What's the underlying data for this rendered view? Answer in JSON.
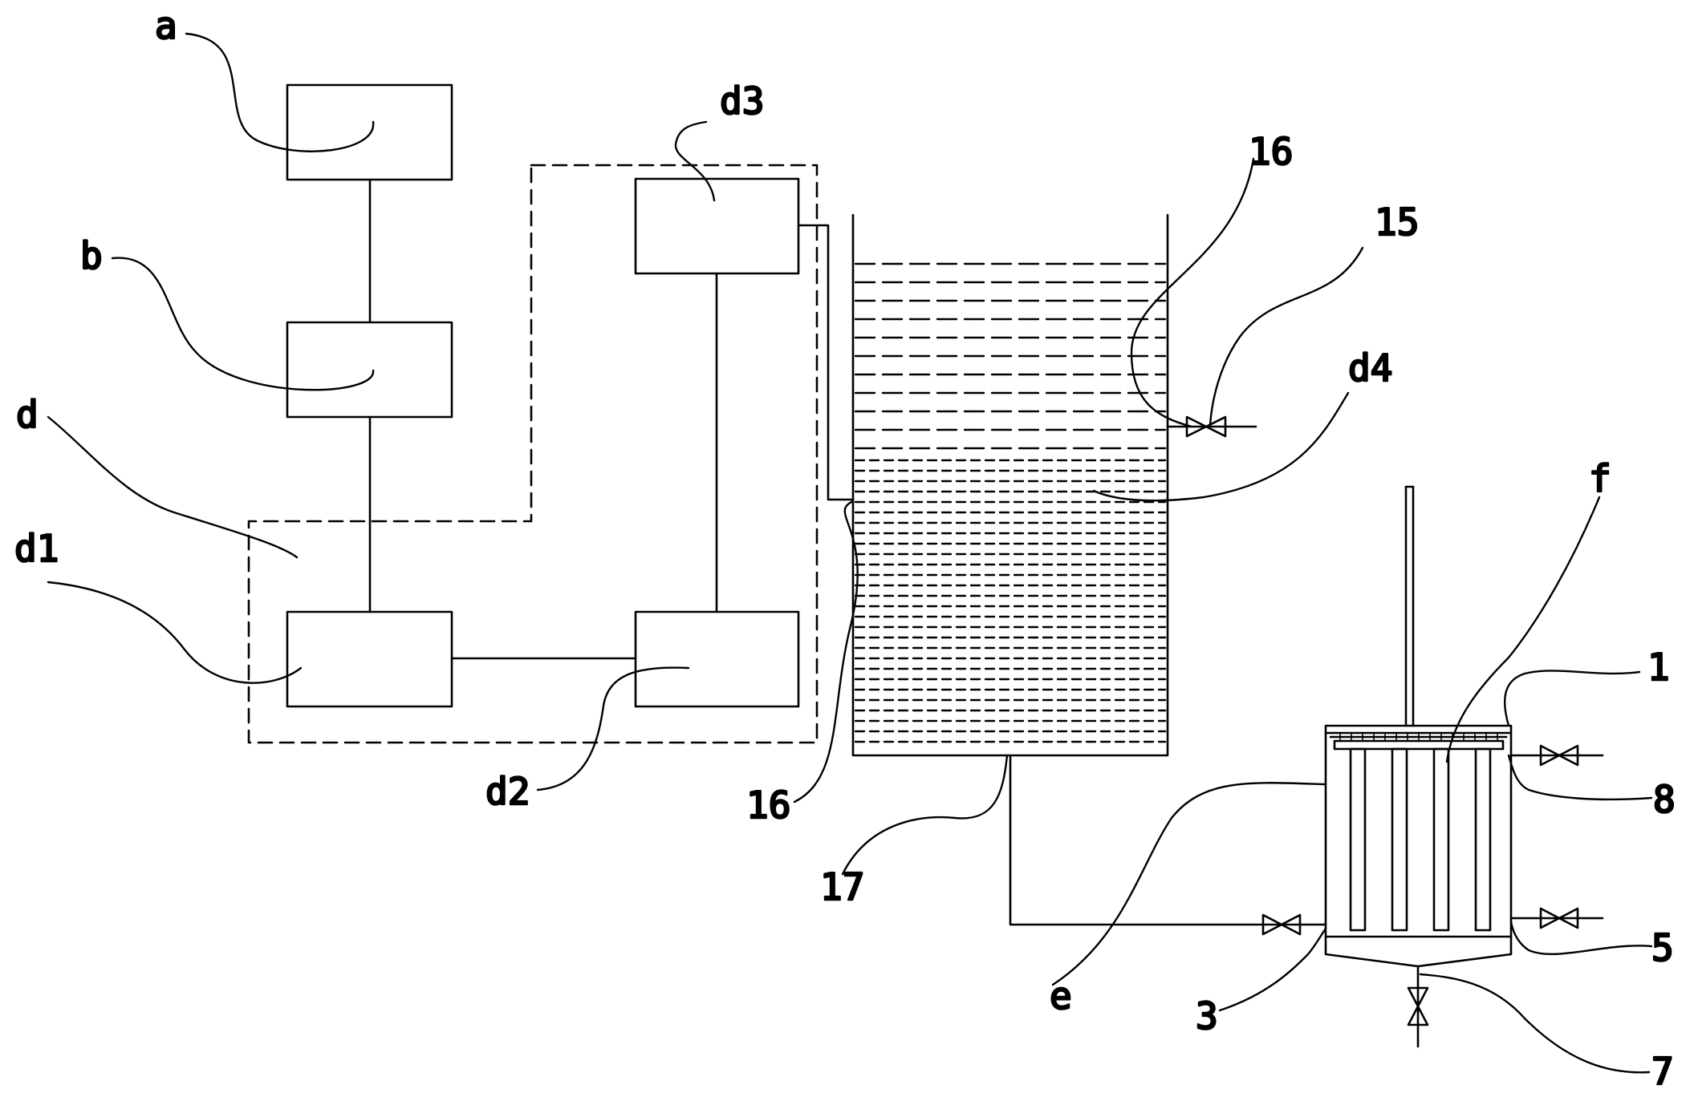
{
  "labels": {
    "a": "a",
    "b": "b",
    "d": "d",
    "d1": "d1",
    "d2": "d2",
    "d3": "d3",
    "d4": "d4",
    "e": "e",
    "f": "f",
    "n16_top": "16",
    "n16_bottom": "16",
    "n15": "15",
    "n17": "17",
    "n1": "1",
    "n3": "3",
    "n5": "5",
    "n7": "7",
    "n8": "8"
  },
  "colors": {
    "stroke": "#000000",
    "background": "#ffffff"
  }
}
